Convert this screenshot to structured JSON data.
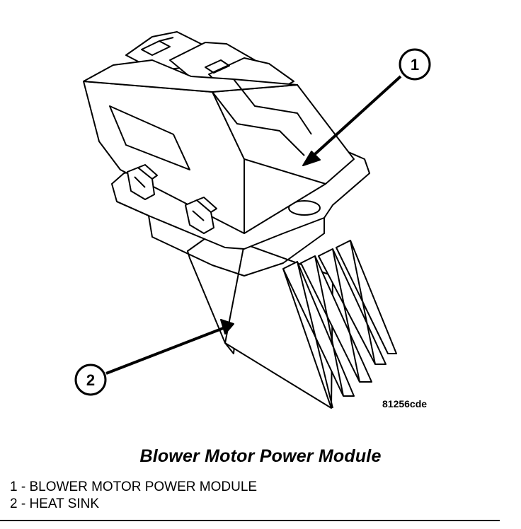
{
  "figure": {
    "callouts": [
      {
        "number": "1"
      },
      {
        "number": "2"
      }
    ],
    "figure_id": "81256cde",
    "title": "Blower Motor Power Module",
    "legend": [
      "1 - BLOWER MOTOR POWER MODULE",
      "2 - HEAT SINK"
    ]
  }
}
